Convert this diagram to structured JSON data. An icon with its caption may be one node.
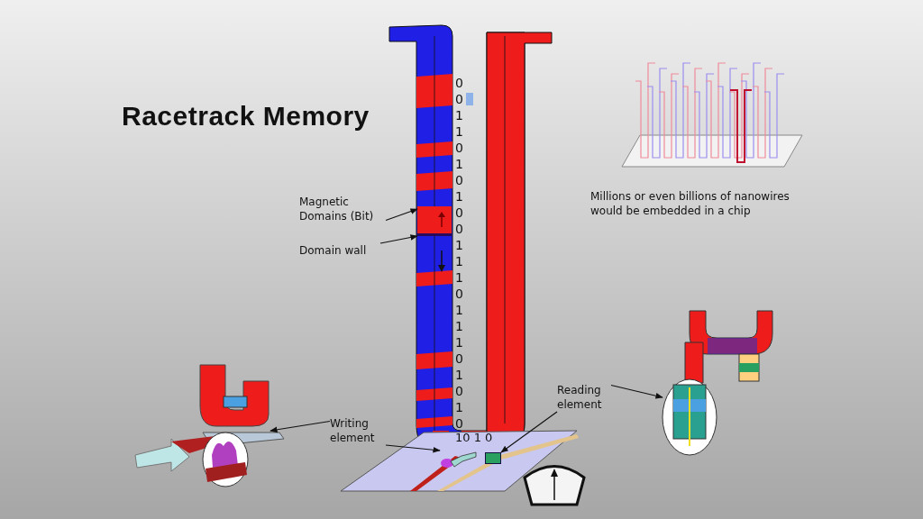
{
  "diagram": {
    "title": "Racetrack Memory",
    "nodes": [
      {
        "text": [
          "Magnetic Domains (Bit)"
        ]
      },
      {
        "text": [],
        "shape": "box"
      },
      {
        "text": [
          "Domain wall"
        ]
      },
      {
        "text": [],
        "shape": "bar"
      },
      {
        "text": [
          "Writing element"
        ]
      },
      {
        "text": [],
        "shape": "picture"
      },
      {
        "text": [],
        "shape": "picture"
      },
      {
        "text": [
          "Reading element"
        ]
      },
      {
        "text": [],
        "shape": "box"
      },
      {
        "text": [],
        "shape": "picture"
      }
    ],
    "edges": [
      {
        "from": 0,
        "to": 1,
        "arrow": "to"
      },
      {
        "from": 2,
        "to": 3,
        "arrow": "to"
      },
      {
        "from": 4,
        "to": 5,
        "arrow": "to"
      },
      {
        "from": 7,
        "to": 8,
        "arrow": "to"
      },
      {
        "from": 4,
        "to": 6,
        "arrow": "to"
      },
      {
        "from": 7,
        "to": 9,
        "arrow": "to"
      }
    ],
    "labels": [
      "0",
      "0",
      "1",
      "1",
      "0",
      "1",
      "0",
      "1",
      "0",
      "0",
      "1",
      "1",
      "1",
      "0",
      "1",
      "1",
      "1",
      "0",
      "1",
      "0",
      "1",
      "0",
      "10 1 0",
      "Millions or even billions of nanowires would be embedded in a chip"
    ]
  }
}
